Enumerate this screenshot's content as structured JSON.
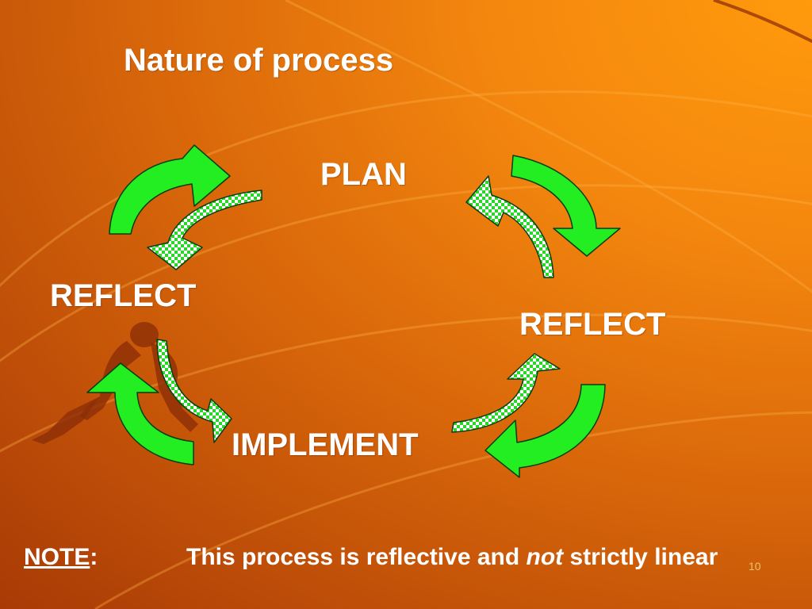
{
  "title": "Nature of process",
  "nodes": {
    "plan": "PLAN",
    "reflect_left": "REFLECT",
    "reflect_right": "REFLECT",
    "implement": "IMPLEMENT"
  },
  "note": {
    "label": "NOTE",
    "colon": ":",
    "text_before": "This process is reflective and ",
    "emphasis": "not",
    "text_after": " strictly linear"
  },
  "slide_number": "10",
  "colors": {
    "arrow_green": "#22ee22",
    "arrow_outline": "#0b3d0b",
    "text": "#ffffff"
  },
  "icons": {
    "forward_arrow": "solid-green-curved-arrow-icon",
    "back_arrow": "checkered-green-curved-arrow-icon",
    "background_figure": "sprinter-silhouette"
  }
}
